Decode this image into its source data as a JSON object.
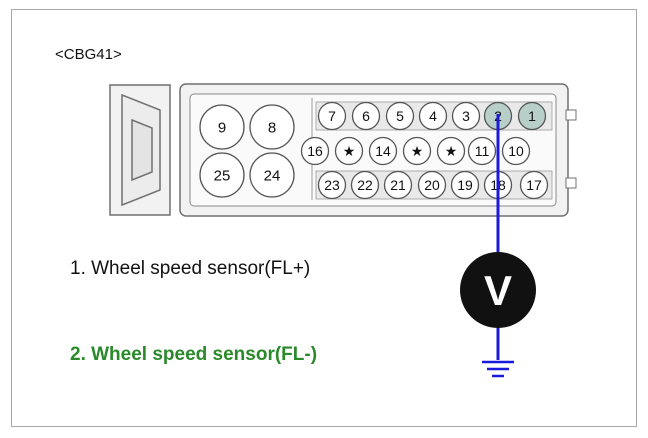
{
  "connector": {
    "label": "<CBG41>",
    "large_pins": [
      "9",
      "8",
      "25",
      "24"
    ],
    "row1": [
      "7",
      "6",
      "5",
      "4",
      "3",
      "2",
      "1"
    ],
    "row2": [
      "16",
      "★",
      "14",
      "★",
      "★",
      "11",
      "10"
    ],
    "row3": [
      "23",
      "22",
      "21",
      "20",
      "19",
      "18",
      "17"
    ],
    "highlighted_pins": [
      "2",
      "1"
    ]
  },
  "meter": {
    "symbol": "V"
  },
  "legend": {
    "item1": "1. Wheel speed sensor(FL+)",
    "item2": "2. Wheel speed sensor(FL-)"
  },
  "colors": {
    "probe_wire": "#1a1adb",
    "highlight_pin": "#b8cfc9",
    "legend2_text": "#2a8a2a",
    "connector_fill": "#f2f2f2"
  }
}
